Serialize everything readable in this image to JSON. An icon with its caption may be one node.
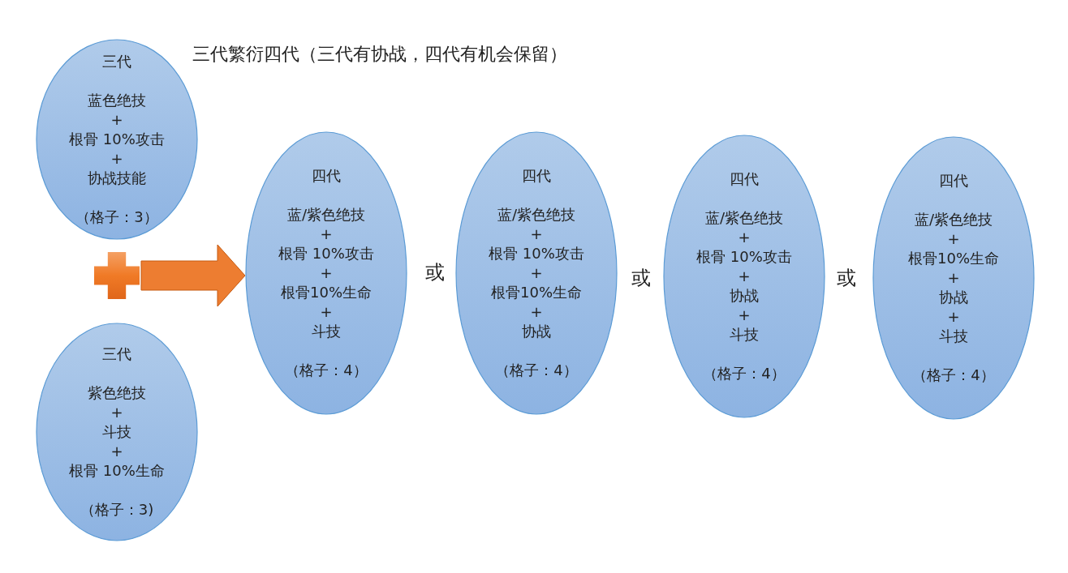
{
  "diagram": {
    "title": "三代繁衍四代（三代有协战，四代有机会保留）",
    "nodes": [
      {
        "text": [
          "三代",
          "蓝色绝技",
          "+",
          "根骨 10%攻击",
          "+",
          "协战技能",
          "（格子：3）"
        ]
      },
      {
        "text": [
          "三代",
          "紫色绝技",
          "+",
          "斗技",
          "+",
          "根骨 10%生命",
          "（格子：3)"
        ]
      },
      {
        "text": [],
        "shape": "cross"
      },
      {
        "text": [
          "四代",
          "蓝/紫色绝技",
          "+",
          "根骨 10%攻击",
          "+",
          "根骨10%生命",
          "+",
          "斗技",
          "（格子：4）"
        ]
      },
      {
        "text": [
          "四代",
          "蓝/紫色绝技",
          "+",
          "根骨 10%攻击",
          "+",
          "根骨10%生命",
          "+",
          "协战",
          "（格子：4）"
        ]
      },
      {
        "text": [
          "四代",
          "蓝/紫色绝技",
          "+",
          "根骨 10%攻击",
          "+",
          "协战",
          "+",
          "斗技",
          "（格子：4）"
        ]
      },
      {
        "text": [
          "四代",
          "蓝/紫色绝技",
          "+",
          "根骨10%生命",
          "+",
          "协战",
          "+",
          "斗技",
          "（格子：4）"
        ]
      }
    ],
    "edges": [
      {
        "from": 2,
        "to": 3,
        "arrow": "to"
      }
    ],
    "labels": [
      "或",
      "或",
      "或"
    ]
  }
}
